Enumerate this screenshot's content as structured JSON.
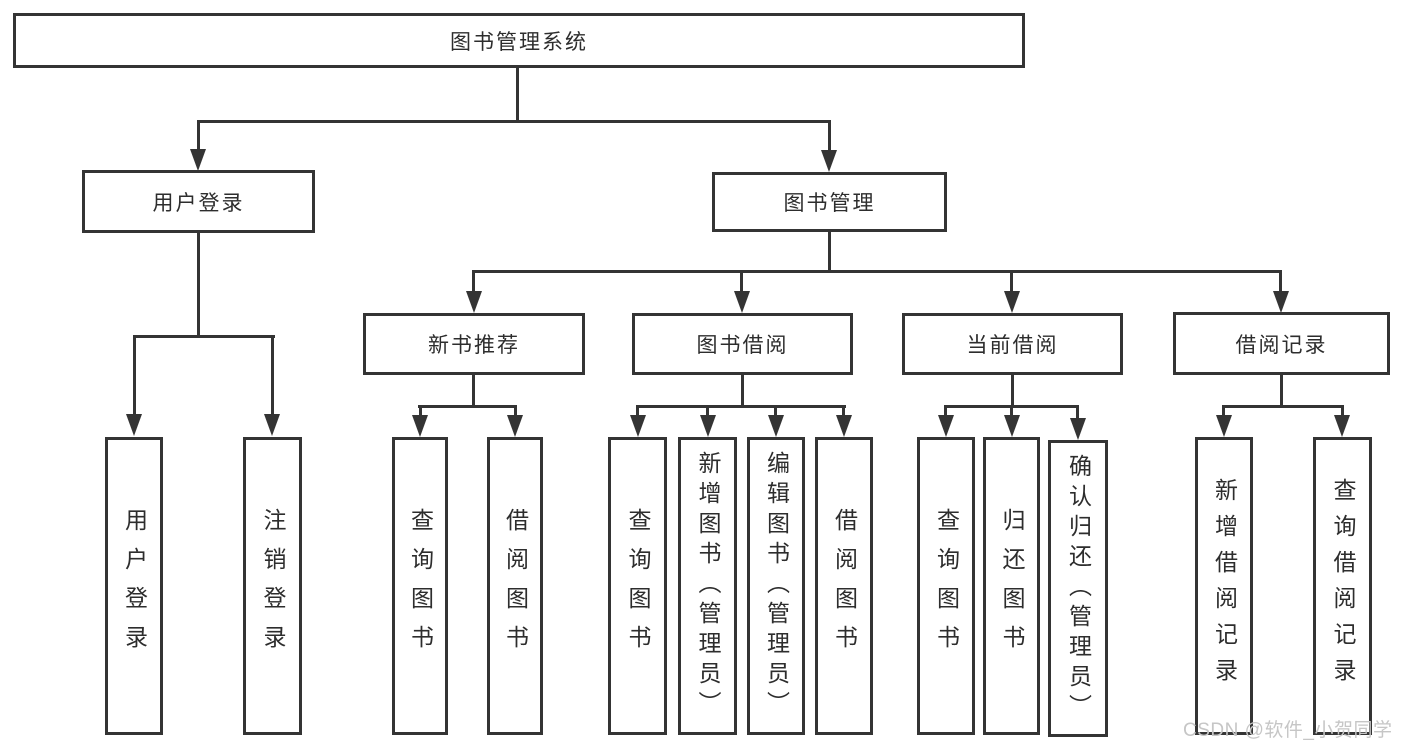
{
  "diagram": {
    "root": {
      "label": "图书管理系统"
    },
    "branches": [
      {
        "label": "用户登录",
        "leaves": [
          "用户登录",
          "注销登录"
        ]
      },
      {
        "label": "图书管理"
      }
    ],
    "groups": [
      {
        "label": "新书推荐",
        "leaves": [
          "查询图书",
          "借阅图书"
        ]
      },
      {
        "label": "图书借阅",
        "leaves": [
          "查询图书",
          "新增图书（管理员）",
          "编辑图书（管理员）",
          "借阅图书"
        ]
      },
      {
        "label": "当前借阅",
        "leaves": [
          "查询图书",
          "归还图书",
          "确认归还（管理员）"
        ]
      },
      {
        "label": "借阅记录",
        "leaves": [
          "新增借阅记录",
          "查询借阅记录"
        ]
      }
    ]
  },
  "watermark": "CSDN @软件_小贺同学",
  "colors": {
    "line": "#343434",
    "text": "#2d2d2d",
    "watermark": "#c6c6c6",
    "background": "#ffffff"
  }
}
